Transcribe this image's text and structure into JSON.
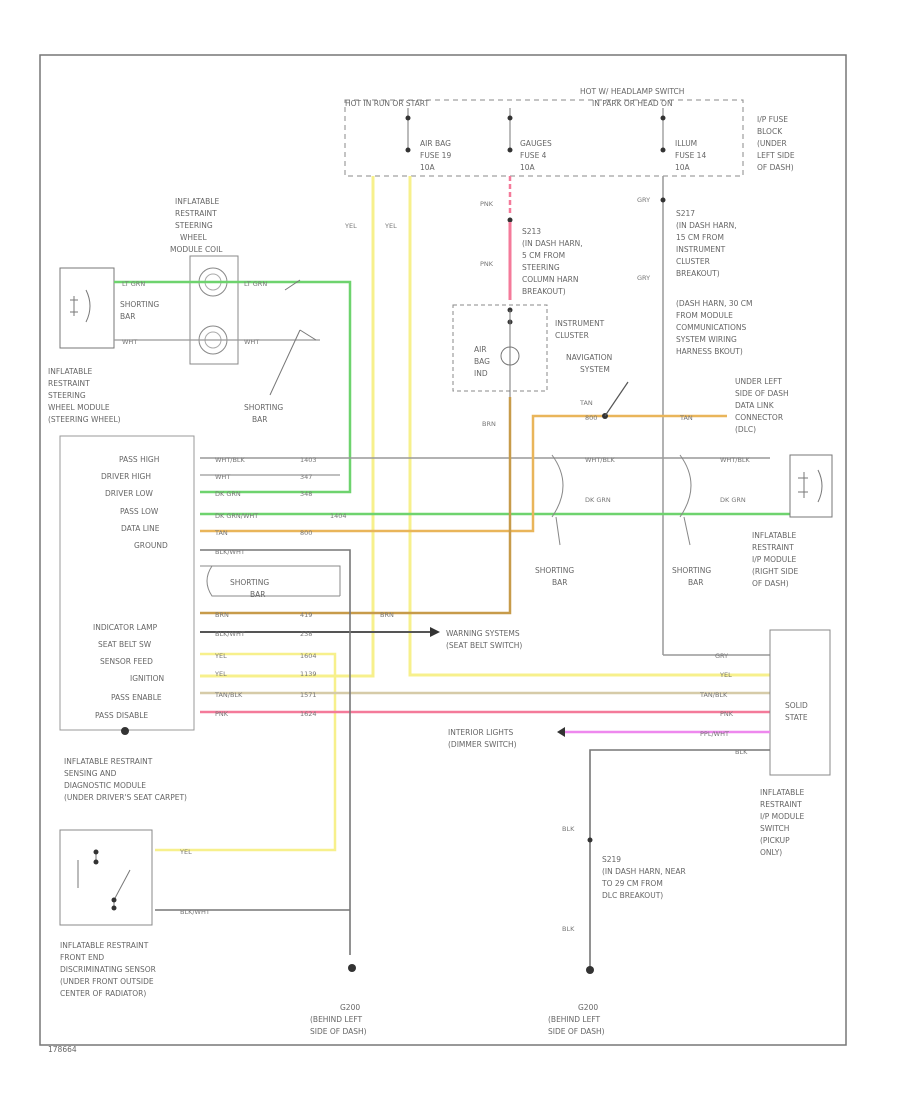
{
  "hot_in_run": "HOT IN RUN OR START",
  "hot_headlamp": "HOT W/ HEADLAMP SWITCH",
  "in_park": "IN PARK OR HEAD ON",
  "fuses": [
    {
      "name": "AIR BAG",
      "fuse": "FUSE 19",
      "amp": "10A"
    },
    {
      "name": "GAUGES",
      "fuse": "FUSE 4",
      "amp": "10A"
    },
    {
      "name": "ILLUM",
      "fuse": "FUSE 14",
      "amp": "10A"
    }
  ],
  "fuse_block": [
    "I/P FUSE",
    "BLOCK",
    "(UNDER",
    "LEFT SIDE",
    "OF DASH)"
  ],
  "steering_wheel_coil": [
    "INFLATABLE",
    "RESTRAINT",
    "STEERING",
    "WHEEL",
    "MODULE COIL"
  ],
  "steering_wheel_module": [
    "INFLATABLE",
    "RESTRAINT",
    "STEERING",
    "WHEEL MODULE",
    "(STEERING WHEEL)"
  ],
  "shorting_bar": "SHORTING BAR",
  "shorting": "SHORTING",
  "bar": "BAR",
  "splice_s213": [
    "S213",
    "(IN DASH HARN,",
    "5 CM FROM",
    "STEERING",
    "COLUMN HARN",
    "BREAKOUT)"
  ],
  "splice_s217": [
    "S217",
    "(IN DASH HARN,",
    "15 CM FROM",
    "INSTRUMENT",
    "CLUSTER",
    "BREAKOUT)"
  ],
  "dash_harn_note": [
    "(DASH HARN, 30 CM",
    "FROM MODULE",
    "COMMUNICATIONS",
    "SYSTEM WIRING",
    "HARNESS BKOUT)"
  ],
  "instrument_cluster": [
    "INSTRUMENT",
    "CLUSTER"
  ],
  "air_bag_ind": [
    "AIR",
    "BAG",
    "IND"
  ],
  "navigation_system": [
    "NAVIGATION",
    "SYSTEM"
  ],
  "dlc": [
    "UNDER LEFT",
    "SIDE OF DASH",
    "DATA LINK",
    "CONNECTOR",
    "(DLC)"
  ],
  "passenger_module": [
    "INFLATABLE",
    "RESTRAINT",
    "I/P MODULE",
    "(RIGHT SIDE",
    "OF DASH)"
  ],
  "module_pins": [
    "PASS HIGH",
    "DRIVER HIGH",
    "DRIVER LOW",
    "PASS LOW",
    "DATA LINE",
    "GROUND",
    "INDICATOR LAMP",
    "SEAT BELT SW",
    "SENSOR FEED",
    "IGNITION",
    "PASS ENABLE",
    "PASS DISABLE"
  ],
  "sdm_label": [
    "INFLATABLE RESTRAINT",
    "SENSING AND",
    "DIAGNOSTIC MODULE",
    "(UNDER DRIVER'S SEAT CARPET)"
  ],
  "warning_systems": [
    "WARNING SYSTEMS",
    "(SEAT BELT SWITCH)"
  ],
  "interior_lights": [
    "INTERIOR LIGHTS",
    "(DIMMER SWITCH)"
  ],
  "solid_state": [
    "SOLID",
    "STATE"
  ],
  "switch_module": [
    "INFLATABLE",
    "RESTRAINT",
    "I/P MODULE",
    "SWITCH",
    "(PICKUP",
    "ONLY)"
  ],
  "splice_s219": [
    "S219",
    "(IN DASH HARN, NEAR",
    "TO 29 CM FROM",
    "DLC BREAKOUT)"
  ],
  "front_sensor": [
    "INFLATABLE RESTRAINT",
    "FRONT END",
    "DISCRIMINATING SENSOR",
    "(UNDER FRONT OUTSIDE",
    "CENTER OF RADIATOR)"
  ],
  "ground_g200_a": [
    "G200",
    "(BEHIND LEFT",
    "SIDE OF DASH)"
  ],
  "ground_g200_b": [
    "G200",
    "(BEHIND LEFT",
    "SIDE OF DASH)"
  ],
  "figure_id": "178664",
  "wire_colors": {
    "yel": "YEL",
    "pnk": "PNK",
    "gry": "GRY",
    "brn": "BRN",
    "blk": "BLK",
    "tan": "TAN",
    "lt_grn": "LT GRN",
    "dk_grn": "DK GRN",
    "wht_blk": "WHT/BLK",
    "wht": "WHT",
    "dk_grn_wht": "DK GRN/WHT",
    "blk_wht": "BLK/WHT",
    "tan_blk": "TAN/BLK",
    "ppl_wht": "PPL/WHT"
  },
  "circuit_numbers": [
    "1403",
    "347",
    "348",
    "1404",
    "800",
    "419",
    "238",
    "1604",
    "1139",
    "1571",
    "1624"
  ],
  "colors": {
    "yellow": "#f7f08c",
    "green": "#6ed36e",
    "pink": "#f47a9a",
    "orange": "#e9b55a",
    "tan": "#d6cba8",
    "violet": "#ee88ee",
    "wire_dark": "#6a6a6a",
    "wire_gray": "#999999"
  }
}
